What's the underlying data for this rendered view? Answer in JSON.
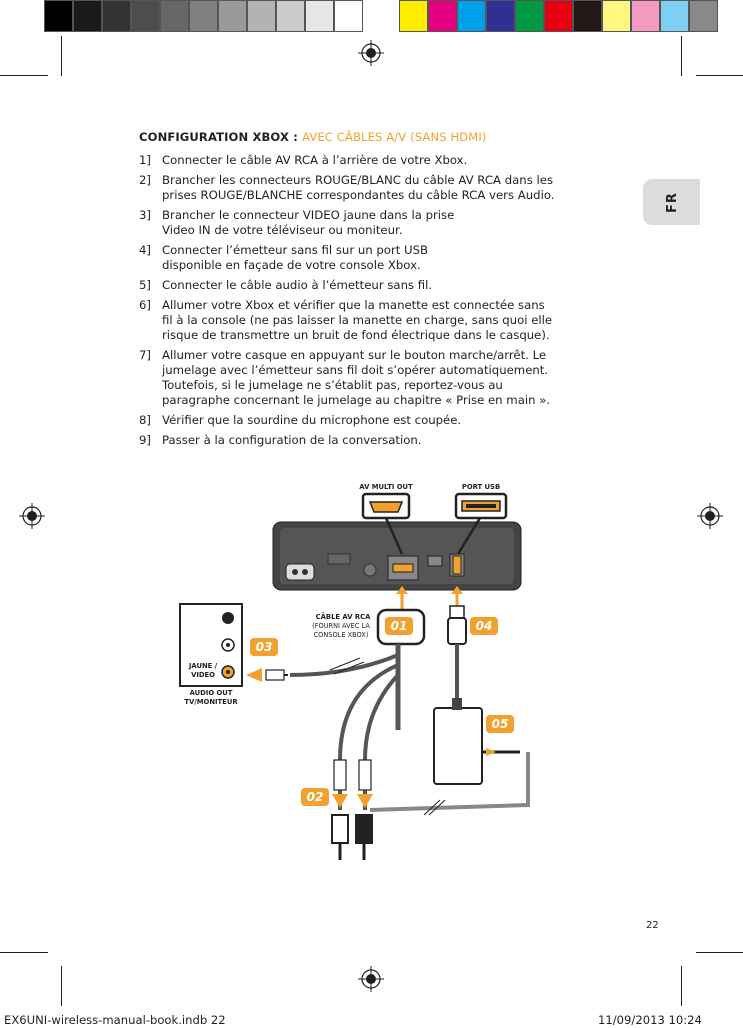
{
  "colors": {
    "accent": "#f2a12e",
    "text": "#231f20",
    "tab": "#dcdcdc"
  },
  "color_bar": {
    "grays": [
      "#000000",
      "#1a1a1a",
      "#333333",
      "#4d4d4d",
      "#666666",
      "#808080",
      "#999999",
      "#b3b3b3",
      "#cccccc",
      "#e6e6e6",
      "#ffffff"
    ],
    "colors": [
      "#ffed00",
      "#e6007e",
      "#00a0e9",
      "#2e3192",
      "#009944",
      "#e60012",
      "#231815",
      "#fff77f",
      "#f49ac1",
      "#7fcef4",
      "#898989"
    ]
  },
  "side_tab": {
    "label": "FR"
  },
  "heading": {
    "bold": "CONFIGURATION XBOX :",
    "accent": "AVEC CÂBLES A/V (SANS HDMI)"
  },
  "steps": [
    {
      "num": "1]",
      "lines": [
        "Connecter le câble AV RCA à l’arrière de votre Xbox."
      ]
    },
    {
      "num": "2]",
      "lines": [
        "Brancher les connecteurs ROUGE/BLANC du câble AV RCA dans les",
        "prises ROUGE/BLANCHE correspondantes du câble RCA vers Audio."
      ]
    },
    {
      "num": "3]",
      "lines": [
        "Brancher le connecteur VIDEO jaune dans la prise",
        "Video IN de votre téléviseur ou moniteur."
      ]
    },
    {
      "num": "4]",
      "lines": [
        "Connecter l’émetteur sans fil sur un port USB",
        "disponible en façade de votre console Xbox."
      ]
    },
    {
      "num": "5]",
      "lines": [
        "Connecter le câble audio à l’émetteur sans fil."
      ]
    },
    {
      "num": "6]",
      "lines": [
        "Allumer votre Xbox et vérifier que la manette est connectée sans",
        "fil à la console (ne pas laisser la manette en charge, sans quoi elle",
        "risque de transmettre un bruit de fond électrique dans le casque)."
      ]
    },
    {
      "num": "7]",
      "lines": [
        "Allumer votre casque en appuyant sur le bouton marche/arrêt. Le",
        "jumelage avec l’émetteur sans fil doit s’opérer automatiquement.",
        "Toutefois, si le jumelage ne s’établit pas, reportez-vous au",
        "paragraphe concernant le jumelage au chapitre « Prise en main »."
      ]
    },
    {
      "num": "8]",
      "lines": [
        "Vérifier que la sourdine du microphone est coupée."
      ]
    },
    {
      "num": "9]",
      "lines": [
        "Passer à la configuration de la conversation."
      ]
    }
  ],
  "diagram": {
    "label_av_multi_out": "AV MULTI OUT",
    "label_port_usb": "PORT USB",
    "cable_label_1": "CÂBLE AV RCA",
    "cable_label_2": "(FOURNI AVEC LA",
    "cable_label_3": "CONSOLE XBOX)",
    "tv_label_1": "JAUNE /",
    "tv_label_2": "VIDEO",
    "audio_out_1": "AUDIO OUT",
    "audio_out_2": "TV/MONITEUR",
    "badges": [
      "01",
      "02",
      "03",
      "04",
      "05"
    ]
  },
  "page_number": "22",
  "footer": {
    "left": "EX6UNI-wireless-manual-book.indb   22",
    "right": "11/09/2013   10:24"
  }
}
